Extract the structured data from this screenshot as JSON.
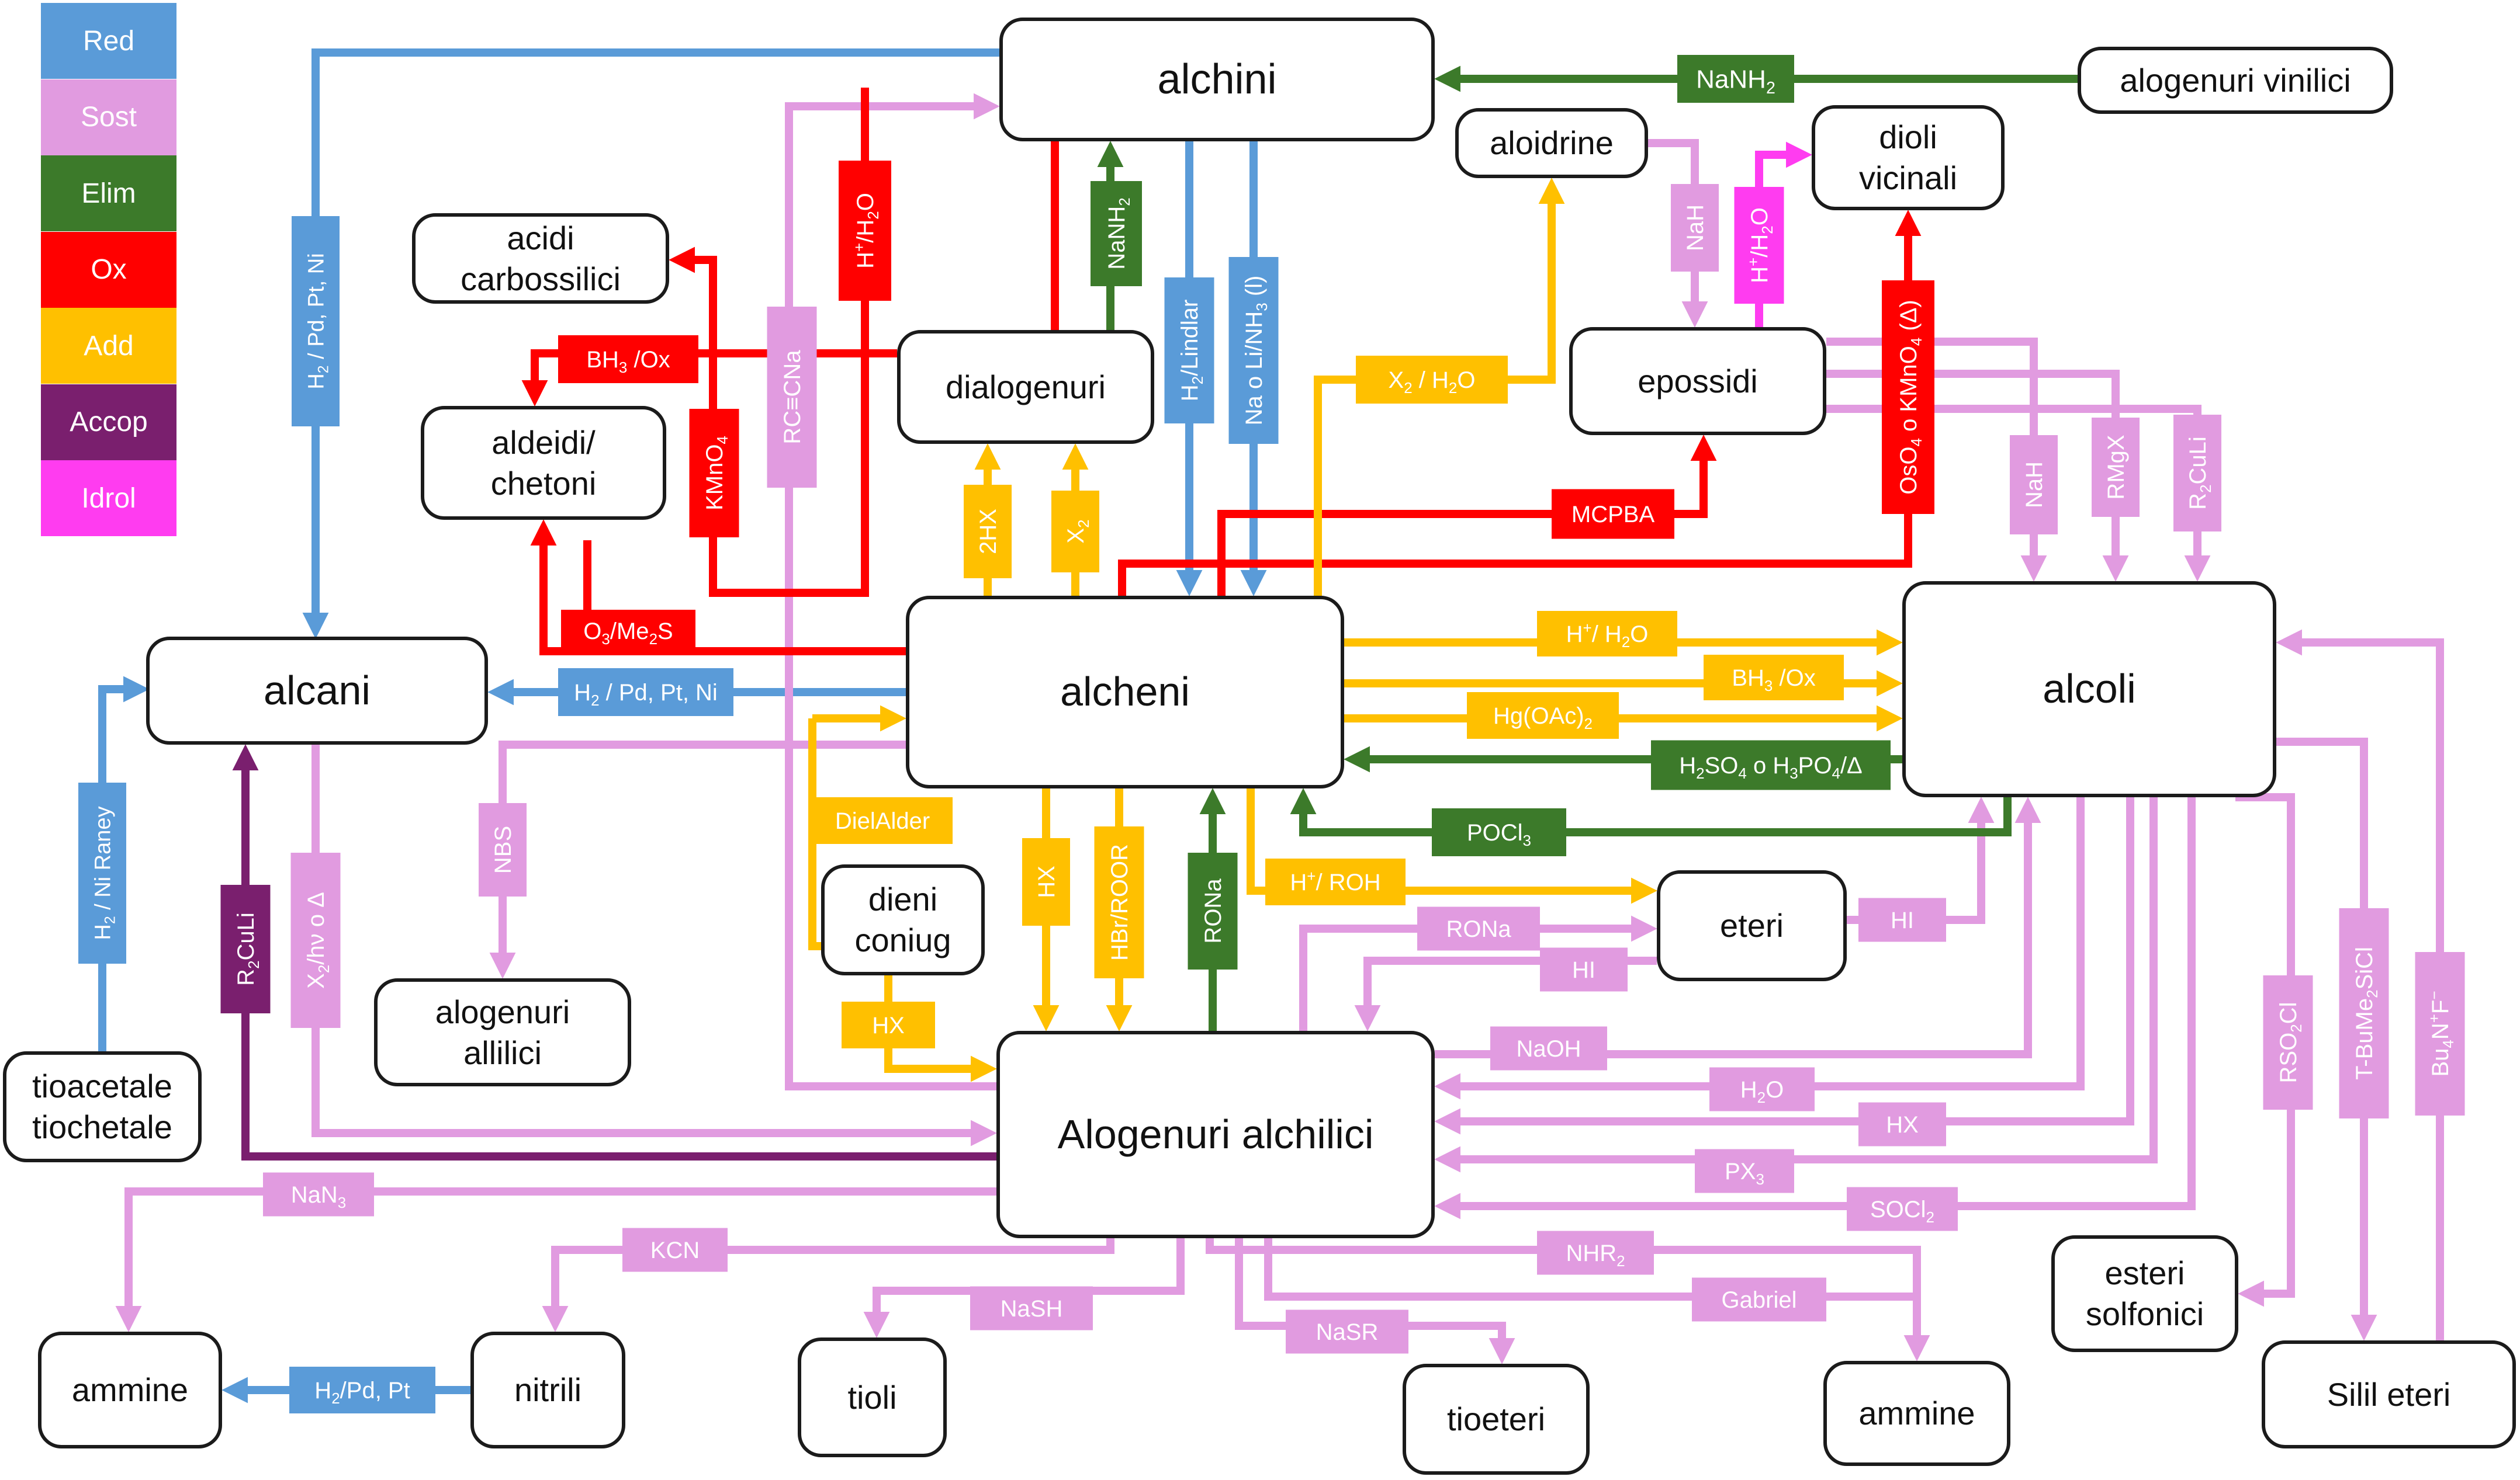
{
  "colors": {
    "Red": "#5a9bd8",
    "Sost": "#e19be0",
    "Elim": "#3c7a2a",
    "Ox": "#ff0000",
    "Add": "#ffc000",
    "Accop": "#7a1f6e",
    "Idrol": "#ff3cf0"
  },
  "legend": [
    {
      "key": "Red",
      "label": "Red"
    },
    {
      "key": "Sost",
      "label": "Sost"
    },
    {
      "key": "Elim",
      "label": "Elim"
    },
    {
      "key": "Ox",
      "label": "Ox"
    },
    {
      "key": "Add",
      "label": "Add"
    },
    {
      "key": "Accop",
      "label": "Accop"
    },
    {
      "key": "Idrol",
      "label": "Idrol"
    }
  ],
  "nodes": {
    "alchini": "alchini",
    "alogenuri_vinilici": "alogenuri vinilici",
    "aloidrine": "aloidrine",
    "dioli_vicinali": "dioli\nvicinali",
    "acidi_carbossilici": "acidi\ncarbossilici",
    "dialogenuri": "dialogenuri",
    "epossidi": "epossidi",
    "aldeidi_chetoni": "aldeidi/\nchetoni",
    "alcani": "alcani",
    "alcheni": "alcheni",
    "alcoli": "alcoli",
    "tioacetale": "tioacetale\ntiochetale",
    "dieni_coniug": "dieni\nconiug",
    "eteri": "eteri",
    "alogenuri_allilici": "alogenuri\nallilici",
    "alogenuri_alchilici": "Alogenuri alchilici",
    "ammine_left": "ammine",
    "nitrili": "nitrili",
    "tioli": "tioli",
    "tioeteri": "tioeteri",
    "ammine_right": "ammine",
    "esteri_solfonici": "esteri\nsolfonici",
    "silil_eteri": "Silil eteri"
  },
  "labels": {
    "nanh2_top": [
      "NaNH",
      {
        "sub": "2"
      }
    ],
    "h_h2o_ox": [
      "H",
      {
        "sup": "+"
      },
      "/H",
      {
        "sub": "2"
      },
      "O"
    ],
    "nanh2_elim": [
      "NaNH",
      {
        "sub": "2"
      }
    ],
    "h2_lindlar": [
      "H",
      {
        "sub": "2"
      },
      "/Lindlar"
    ],
    "na_li_nh3": [
      "Na o Li/NH",
      {
        "sub": "3"
      },
      " (l)"
    ],
    "h2_pd_vert": [
      "H",
      {
        "sub": "2"
      },
      " / Pd, Pt, Ni"
    ],
    "bh3_ox_top": [
      "BH",
      {
        "sub": "3"
      },
      " /Ox"
    ],
    "rccna": [
      "RC≡CNa"
    ],
    "kmno4": [
      "KMnO",
      {
        "sub": "4"
      }
    ],
    "o3_me2s": [
      "O",
      {
        "sub": "3"
      },
      "/Me",
      {
        "sub": "2"
      },
      "S"
    ],
    "h2_pd_horiz": [
      "H",
      {
        "sub": "2"
      },
      " / Pd, Pt, Ni"
    ],
    "hx_2": [
      "2HX"
    ],
    "x2": [
      "X",
      {
        "sub": "2"
      }
    ],
    "x2_h2o": [
      "X",
      {
        "sub": "2"
      },
      " / H",
      {
        "sub": "2"
      },
      "O"
    ],
    "nah_ep": [
      "NaH"
    ],
    "h_h2o_idrol": [
      "H",
      {
        "sup": "+"
      },
      "/H",
      {
        "sub": "2"
      },
      "O"
    ],
    "mcpba": [
      "MCPBA"
    ],
    "oso4": [
      "OsO",
      {
        "sub": "4"
      },
      " o KMnO",
      {
        "sub": "4"
      },
      " (Δ)"
    ],
    "nah_alc": [
      "NaH"
    ],
    "rmgx": [
      "RMgX"
    ],
    "r2culi_alc": [
      "R",
      {
        "sub": "2"
      },
      "CuLi"
    ],
    "h_h2o_alc": [
      "H",
      {
        "sup": "+"
      },
      "/ H",
      {
        "sub": "2"
      },
      "O"
    ],
    "bh3_ox_alc": [
      "BH",
      {
        "sub": "3"
      },
      " /Ox"
    ],
    "hg_oac": [
      "Hg(OAc)",
      {
        "sub": "2"
      }
    ],
    "h2so4": [
      "H",
      {
        "sub": "2"
      },
      "SO",
      {
        "sub": "4"
      },
      " o H",
      {
        "sub": "3"
      },
      "PO",
      {
        "sub": "4"
      },
      "/Δ"
    ],
    "pocl3": [
      "POCl",
      {
        "sub": "3"
      }
    ],
    "nbs": [
      "NBS"
    ],
    "h2_ni_raney": [
      "H",
      {
        "sub": "2"
      },
      " / Ni Raney"
    ],
    "r2culi_alk": [
      "R",
      {
        "sub": "2"
      },
      "CuLi"
    ],
    "x2_hv": [
      "X",
      {
        "sub": "2"
      },
      "/hν o Δ"
    ],
    "dielalder": [
      "DielAlder"
    ],
    "hx_alk": [
      "HX"
    ],
    "hbr_roor": [
      "HBr/ROOR"
    ],
    "rona_elim": [
      "RONa"
    ],
    "h_roh": [
      "H",
      {
        "sup": "+"
      },
      "/ ROH"
    ],
    "rona_sost": [
      "RONa"
    ],
    "hi_eteri": [
      "HI"
    ],
    "hi_alog": [
      "HI"
    ],
    "hx_dieni": [
      "HX"
    ],
    "naoh": [
      "NaOH"
    ],
    "h2o_sost": [
      "H",
      {
        "sub": "2"
      },
      "O"
    ],
    "hx_sost": [
      "HX"
    ],
    "px3": [
      "PX",
      {
        "sub": "3"
      }
    ],
    "socl2": [
      "SOCl",
      {
        "sub": "2"
      }
    ],
    "nan3": [
      "NaN",
      {
        "sub": "3"
      }
    ],
    "kcn": [
      "KCN"
    ],
    "h2_pd_pt": [
      "H",
      {
        "sub": "2"
      },
      "/Pd, Pt"
    ],
    "nash": [
      "NaSH"
    ],
    "nasr": [
      "NaSR"
    ],
    "nhr2": [
      "NHR",
      {
        "sub": "2"
      }
    ],
    "gabriel": [
      "Gabriel"
    ],
    "rso2cl": [
      "RSO",
      {
        "sub": "2"
      },
      "Cl"
    ],
    "tbu": [
      "T-BuMe",
      {
        "sub": "2"
      },
      "SiCl"
    ],
    "bu4n": [
      "Bu",
      {
        "sub": "4"
      },
      "N",
      {
        "sup": "+"
      },
      "F",
      {
        "sup": "−"
      }
    ]
  }
}
